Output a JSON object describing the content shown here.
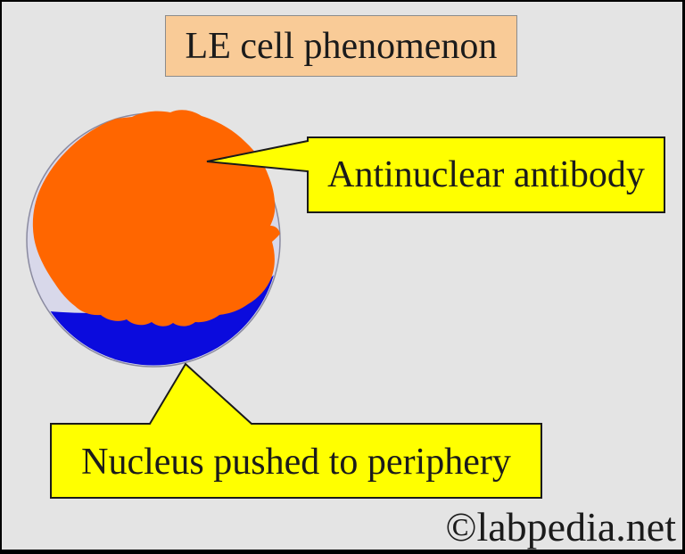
{
  "diagram": {
    "title": "LE cell phenomenon",
    "callouts": {
      "antibody": "Antinuclear antibody",
      "nucleus": "Nucleus pushed to periphery"
    },
    "watermark": "©labpedia.net"
  },
  "colors": {
    "background": "#e4e4e4",
    "frame_border": "#000000",
    "title_box_fill": "#f9cb97",
    "title_box_border": "#8c8c8c",
    "callout_fill": "#ffff00",
    "callout_border": "#1a1a1a",
    "cytoplasm_orange": "#ff6600",
    "nucleus_blue": "#0b0bdd",
    "cell_outline_fill": "#d8d8ea",
    "cell_outline_stroke": "#8a8aa0",
    "text": "#1b1b1b"
  }
}
